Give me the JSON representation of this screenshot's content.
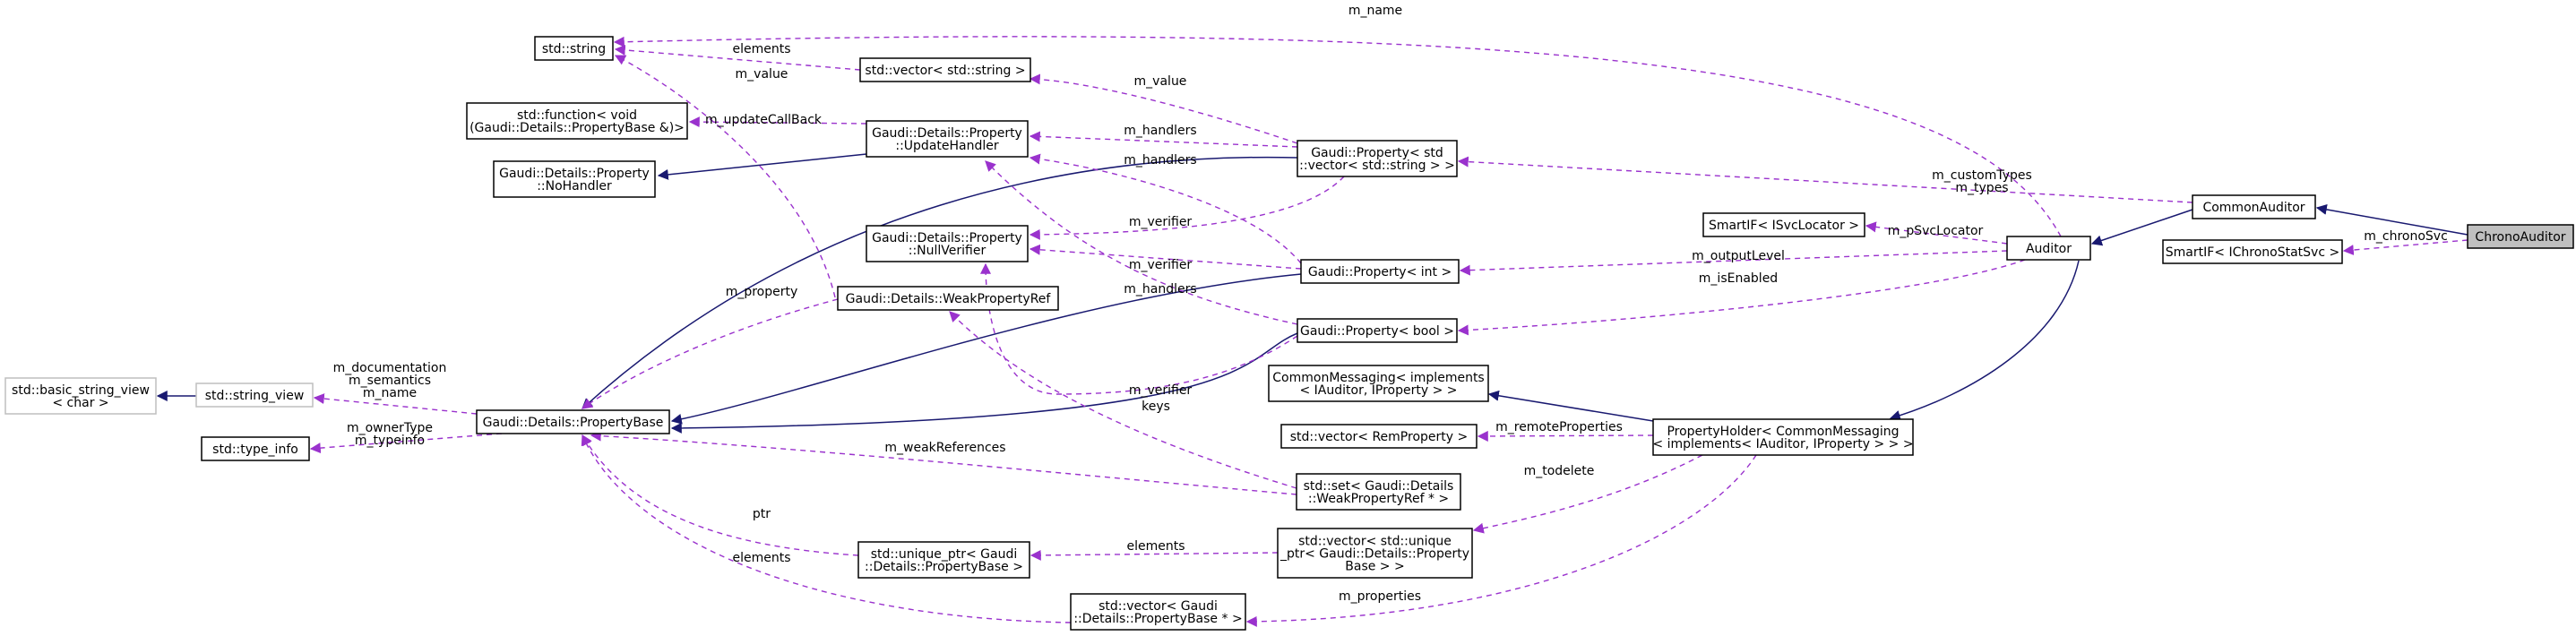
{
  "nodes": {
    "std_string": [
      "std::string"
    ],
    "vector_string": [
      "std::vector< std::string >"
    ],
    "std_function": [
      "std::function< void",
      "(Gaudi::Details::PropertyBase &)>"
    ],
    "update_handler": [
      "Gaudi::Details::Property",
      "::UpdateHandler"
    ],
    "no_handler": [
      "Gaudi::Details::Property",
      "::NoHandler"
    ],
    "null_verifier": [
      "Gaudi::Details::Property",
      "::NullVerifier"
    ],
    "weak_property_ref": [
      "Gaudi::Details::WeakPropertyRef"
    ],
    "property_vector_string": [
      "Gaudi::Property< std",
      "::vector< std::string > >"
    ],
    "property_int": [
      "Gaudi::Property< int >"
    ],
    "property_bool": [
      "Gaudi::Property< bool >"
    ],
    "basic_string_view": [
      "std::basic_string_view",
      "< char >"
    ],
    "string_view": [
      "std::string_view"
    ],
    "property_base": [
      "Gaudi::Details::PropertyBase"
    ],
    "type_info": [
      "std::type_info"
    ],
    "common_messaging": [
      "CommonMessaging< implements",
      "< IAuditor, IProperty > >"
    ],
    "vector_rem_property": [
      "std::vector< RemProperty >"
    ],
    "set_weak_ref": [
      "std::set< Gaudi::Details",
      "::WeakPropertyRef * >"
    ],
    "unique_ptr": [
      "std::unique_ptr< Gaudi",
      "::Details::PropertyBase >"
    ],
    "vector_unique_ptr": [
      "std::vector< std::unique",
      "_ptr< Gaudi::Details::Property",
      "Base > >"
    ],
    "vector_property_base": [
      "std::vector< Gaudi",
      "::Details::PropertyBase * >"
    ],
    "property_holder": [
      "PropertyHolder< CommonMessaging",
      "< implements< IAuditor, IProperty > > >"
    ],
    "isvc_locator": [
      "SmartIF< ISvcLocator >"
    ],
    "auditor": [
      "Auditor"
    ],
    "common_auditor": [
      "CommonAuditor"
    ],
    "ichrono_stat_svc": [
      "SmartIF< IChronoStatSvc >"
    ],
    "chrono_auditor": [
      "ChronoAuditor"
    ]
  },
  "edge_labels": {
    "m_name": [
      "m_name"
    ],
    "elements_top": [
      "elements"
    ],
    "m_value_1": [
      "m_value"
    ],
    "m_value_2": [
      "m_value"
    ],
    "m_updateCallBack": [
      "m_updateCallBack"
    ],
    "m_handlers_1": [
      "m_handlers"
    ],
    "m_handlers_2": [
      "m_handlers"
    ],
    "m_handlers_3": [
      "m_handlers"
    ],
    "m_verifier_1": [
      "m_verifier"
    ],
    "m_verifier_2": [
      "m_verifier"
    ],
    "m_verifier_3": [
      "m_verifier"
    ],
    "m_property": [
      "m_property"
    ],
    "m_customTypes": [
      "m_customTypes",
      "m_types"
    ],
    "m_pSvcLocator": [
      "m_pSvcLocator"
    ],
    "m_outputLevel": [
      "m_outputLevel"
    ],
    "m_isEnabled": [
      "m_isEnabled"
    ],
    "m_chronoSvc": [
      "m_chronoSvc"
    ],
    "m_documentation": [
      "m_documentation",
      "m_semantics",
      "m_name"
    ],
    "m_ownerType": [
      "m_ownerType",
      "m_typeinfo"
    ],
    "keys": [
      "keys"
    ],
    "m_weakReferences": [
      "m_weakReferences"
    ],
    "m_remoteProperties": [
      "m_remoteProperties"
    ],
    "m_todelete": [
      "m_todelete"
    ],
    "ptr": [
      "ptr"
    ],
    "elements_mid": [
      "elements"
    ],
    "elements_bottom": [
      "elements"
    ],
    "m_properties": [
      "m_properties"
    ]
  },
  "colors": {
    "inheritance_edge": "#191970",
    "usage_edge": "#9a32cd",
    "highlight_fill": "#bfbfbf",
    "external_border": "#bfbfbf"
  }
}
